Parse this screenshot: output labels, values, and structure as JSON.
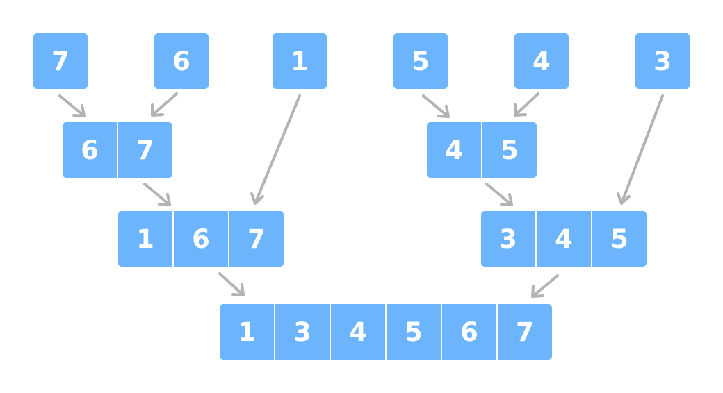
{
  "colors": {
    "cell_fill": "#6cb4fb",
    "cell_text": "#ffffff",
    "arrow": "#b3b3b3"
  },
  "leaves": [
    {
      "value": "7"
    },
    {
      "value": "6"
    },
    {
      "value": "1"
    },
    {
      "value": "5"
    },
    {
      "value": "4"
    },
    {
      "value": "3"
    }
  ],
  "merged_pair_left": {
    "values": [
      "6",
      "7"
    ]
  },
  "merged_pair_right": {
    "values": [
      "4",
      "5"
    ]
  },
  "merged_triple_left": {
    "values": [
      "1",
      "6",
      "7"
    ]
  },
  "merged_triple_right": {
    "values": [
      "3",
      "4",
      "5"
    ]
  },
  "merged_final": {
    "values": [
      "1",
      "3",
      "4",
      "5",
      "6",
      "7"
    ]
  }
}
